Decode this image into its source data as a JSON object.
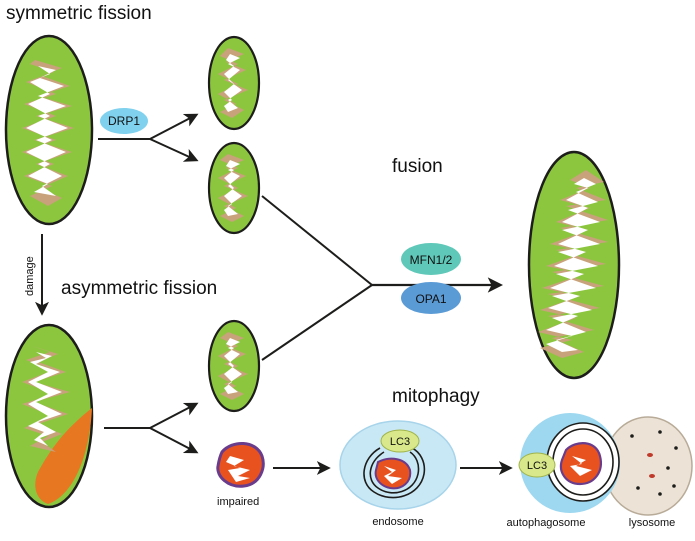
{
  "labels": {
    "symmetric_fission": "symmetric fission",
    "asymmetric_fission": "asymmetric fission",
    "fusion": "fusion",
    "mitophagy": "mitophagy",
    "damage": "damage",
    "impaired": "impaired",
    "endosome": "endosome",
    "autophagosome": "autophagosome",
    "lysosome": "lysosome"
  },
  "proteins": {
    "drp1": "DRP1",
    "mfn": "MFN1/2",
    "opa1": "OPA1",
    "lc3_endosome": "LC3",
    "lc3_autophagosome": "LC3"
  },
  "colors": {
    "mito_green": "#8cc63f",
    "mito_outline": "#1d1d1b",
    "cristae_tan": "#c8a27a",
    "damage_orange": "#e87722",
    "drp1_blue": "#7fd1ee",
    "mfn_teal": "#5fc8b8",
    "opa1_blue": "#5b9bd5",
    "lc3_green": "#d8e88a",
    "vesicle_blue": "#c9e8f5",
    "lysosome_beige": "#ece3d6",
    "impaired_red": "#e8521f",
    "impaired_outline": "#6a3c8c"
  }
}
